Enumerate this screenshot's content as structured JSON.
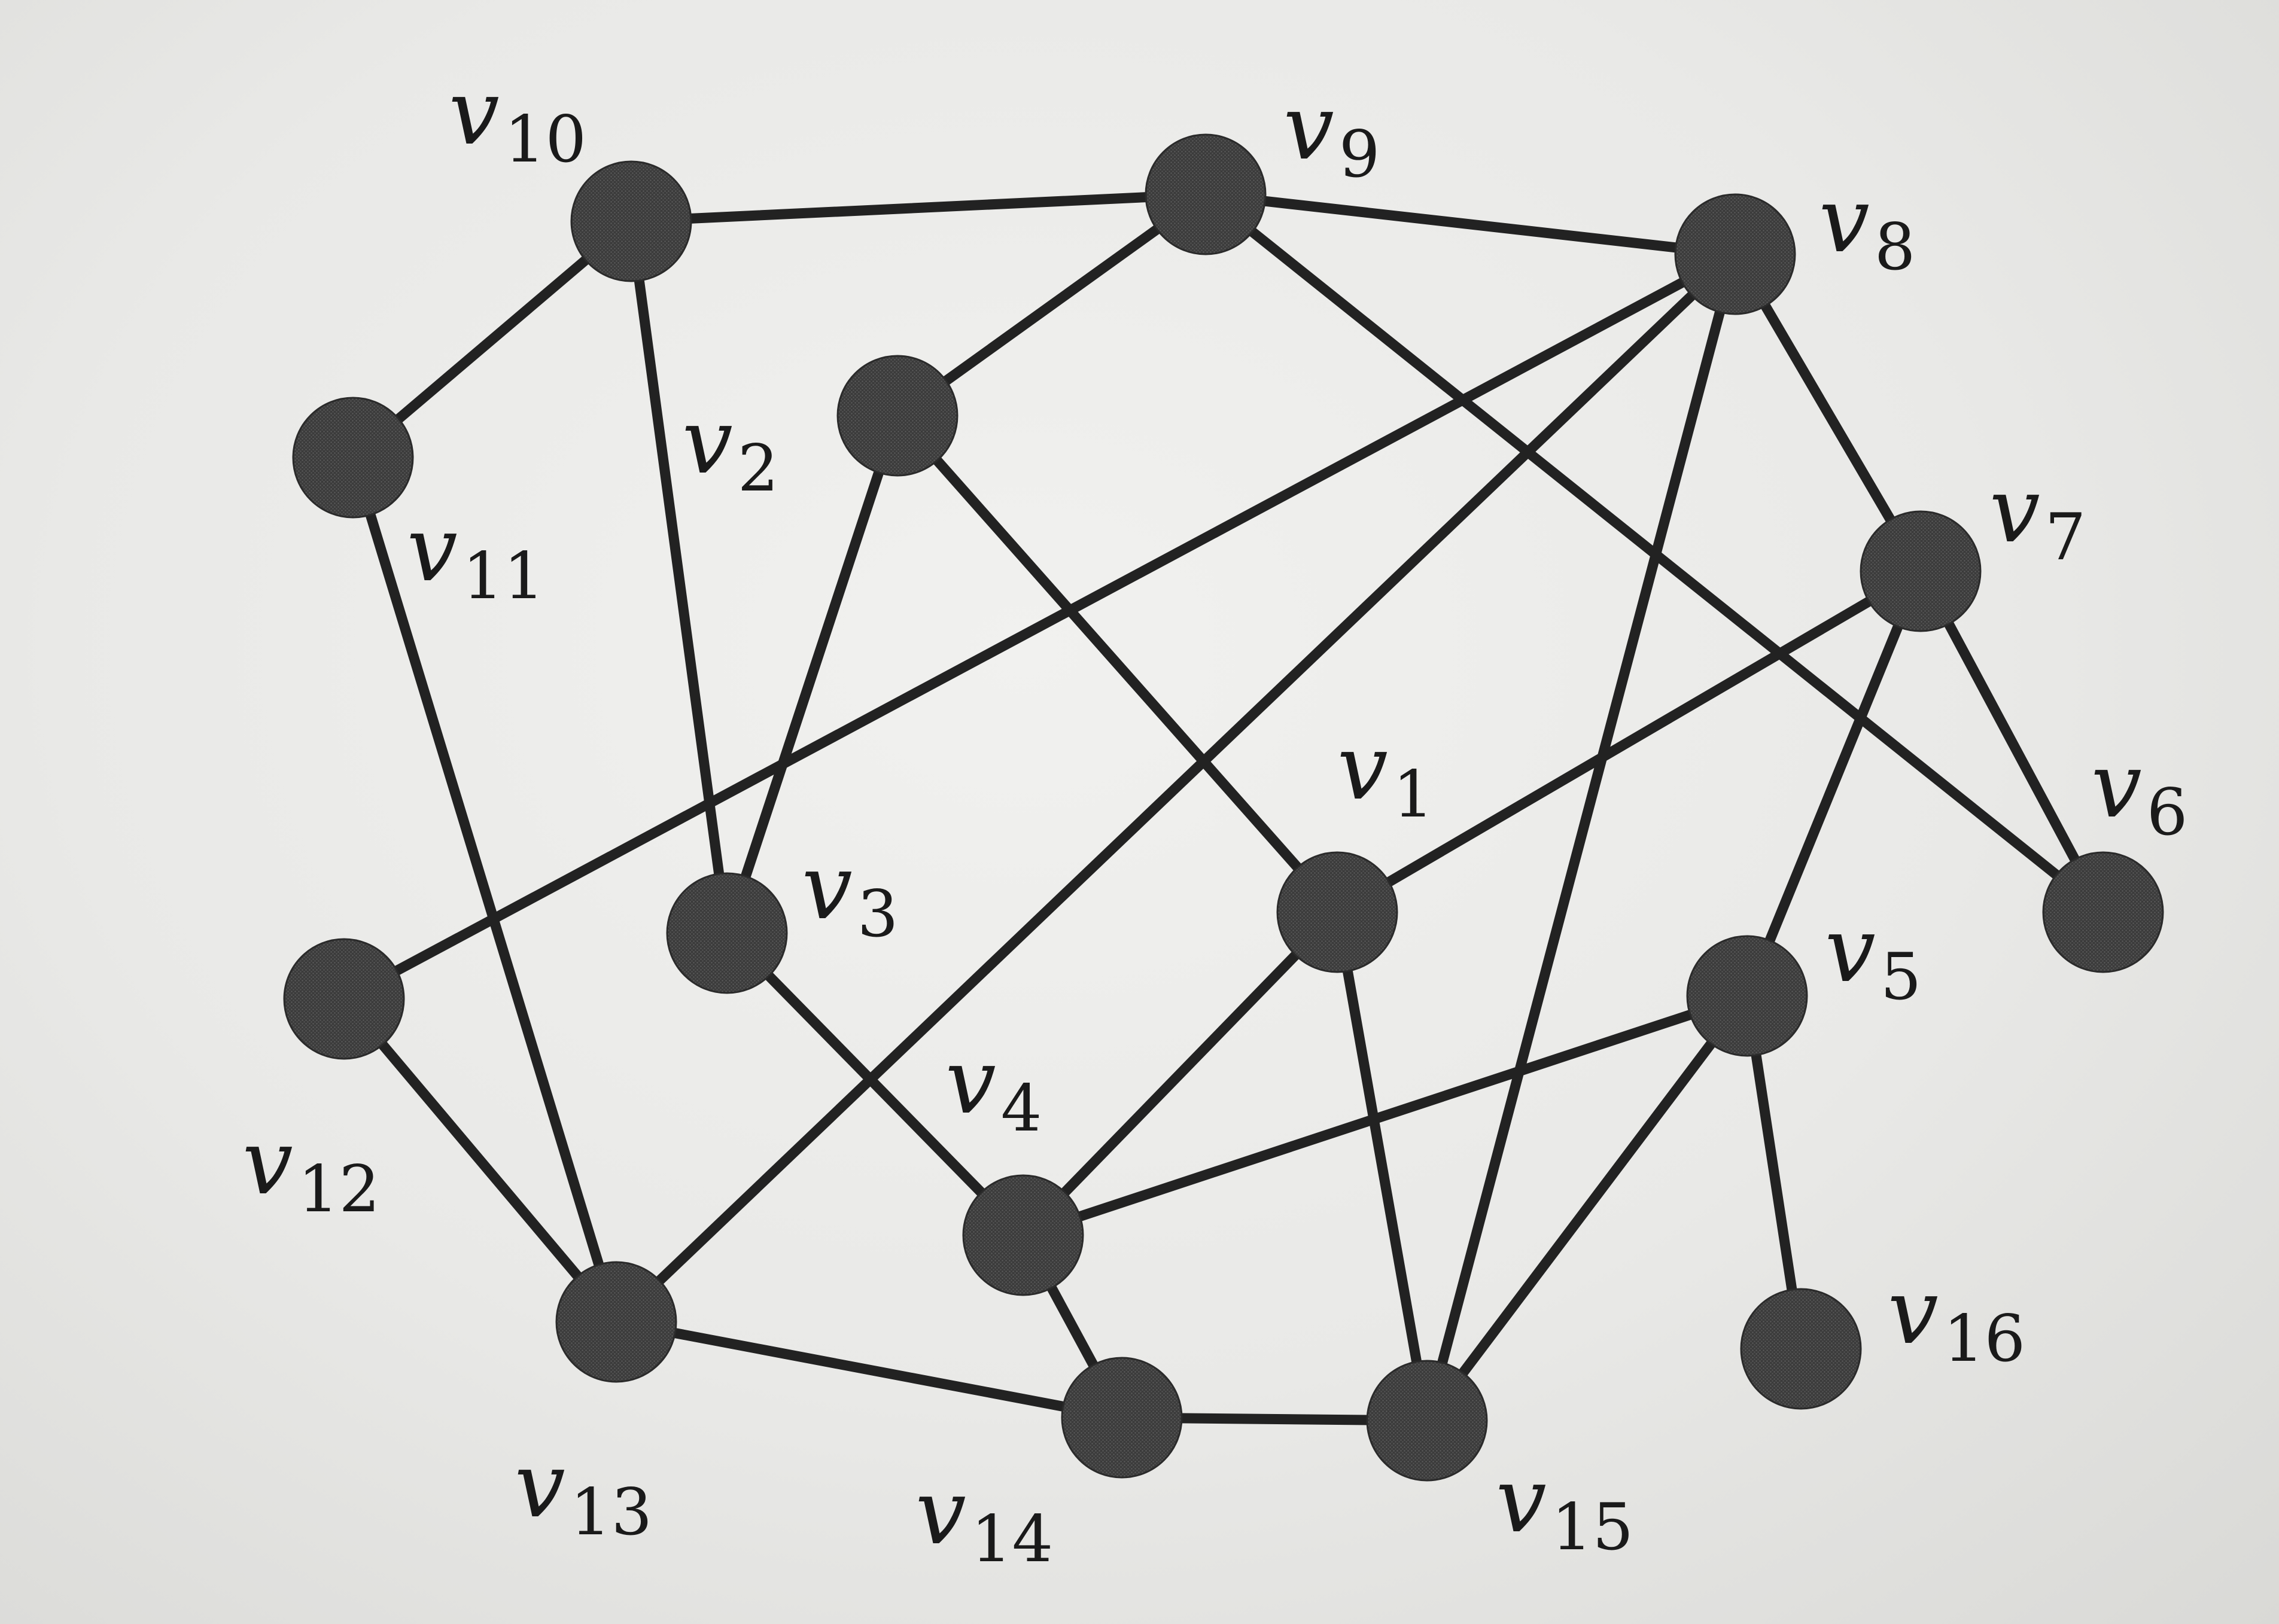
{
  "diagram": {
    "type": "graph",
    "vertices": [
      {
        "id": "v1",
        "letter": "v",
        "sub": "1"
      },
      {
        "id": "v2",
        "letter": "v",
        "sub": "2"
      },
      {
        "id": "v3",
        "letter": "v",
        "sub": "3"
      },
      {
        "id": "v4",
        "letter": "v",
        "sub": "4"
      },
      {
        "id": "v5",
        "letter": "v",
        "sub": "5"
      },
      {
        "id": "v6",
        "letter": "v",
        "sub": "6"
      },
      {
        "id": "v7",
        "letter": "v",
        "sub": "7"
      },
      {
        "id": "v8",
        "letter": "v",
        "sub": "8"
      },
      {
        "id": "v9",
        "letter": "v",
        "sub": "9"
      },
      {
        "id": "v10",
        "letter": "v",
        "sub": "10"
      },
      {
        "id": "v11",
        "letter": "v",
        "sub": "11"
      },
      {
        "id": "v12",
        "letter": "v",
        "sub": "12"
      },
      {
        "id": "v13",
        "letter": "v",
        "sub": "13"
      },
      {
        "id": "v14",
        "letter": "v",
        "sub": "14"
      },
      {
        "id": "v15",
        "letter": "v",
        "sub": "15"
      },
      {
        "id": "v16",
        "letter": "v",
        "sub": "16"
      }
    ],
    "edges": [
      [
        "v10",
        "v9"
      ],
      [
        "v10",
        "v11"
      ],
      [
        "v10",
        "v3"
      ],
      [
        "v9",
        "v8"
      ],
      [
        "v9",
        "v2"
      ],
      [
        "v9",
        "v6"
      ],
      [
        "v8",
        "v12"
      ],
      [
        "v8",
        "v13"
      ],
      [
        "v8",
        "v15"
      ],
      [
        "v8",
        "v7"
      ],
      [
        "v2",
        "v3"
      ],
      [
        "v2",
        "v1"
      ],
      [
        "v11",
        "v13"
      ],
      [
        "v12",
        "v13"
      ],
      [
        "v7",
        "v1"
      ],
      [
        "v7",
        "v6"
      ],
      [
        "v7",
        "v5"
      ],
      [
        "v1",
        "v4"
      ],
      [
        "v1",
        "v15"
      ],
      [
        "v3",
        "v4"
      ],
      [
        "v5",
        "v4"
      ],
      [
        "v5",
        "v15"
      ],
      [
        "v5",
        "v16"
      ],
      [
        "v13",
        "v14"
      ],
      [
        "v4",
        "v14"
      ],
      [
        "v14",
        "v15"
      ]
    ]
  }
}
